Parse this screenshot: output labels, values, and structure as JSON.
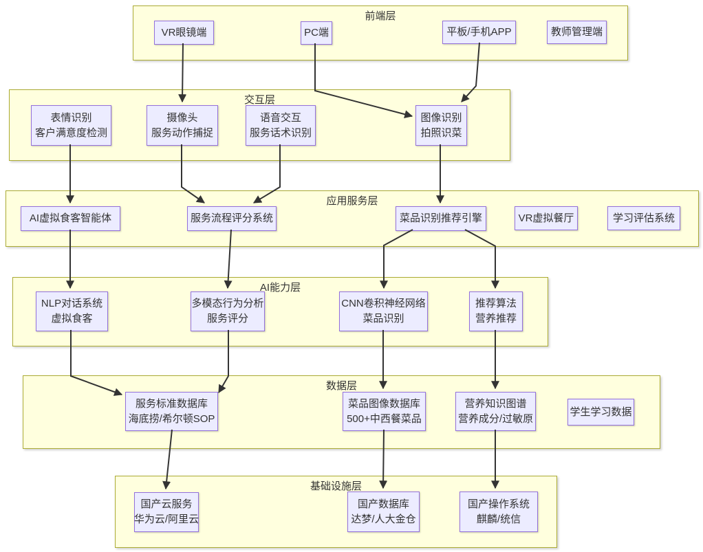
{
  "diagram": {
    "layers": [
      {
        "id": "frontend",
        "label": "前端层",
        "nodes": [
          {
            "id": "vr-glasses",
            "lines": [
              "VR眼镜端"
            ]
          },
          {
            "id": "pc",
            "lines": [
              "PC端"
            ]
          },
          {
            "id": "tablet-app",
            "lines": [
              "平板/手机APP"
            ]
          },
          {
            "id": "teacher-admin",
            "lines": [
              "教师管理端"
            ]
          }
        ]
      },
      {
        "id": "interaction",
        "label": "交互层",
        "nodes": [
          {
            "id": "expression",
            "lines": [
              "表情识别",
              "客户满意度检测"
            ]
          },
          {
            "id": "camera",
            "lines": [
              "摄像头",
              "服务动作捕捉"
            ]
          },
          {
            "id": "voice",
            "lines": [
              "语音交互",
              "服务话术识别"
            ]
          },
          {
            "id": "image-recognition",
            "lines": [
              "图像识别",
              "拍照识菜"
            ]
          }
        ]
      },
      {
        "id": "app-service",
        "label": "应用服务层",
        "nodes": [
          {
            "id": "ai-diner-agent",
            "lines": [
              "AI虚拟食客智能体"
            ]
          },
          {
            "id": "service-scoring",
            "lines": [
              "服务流程评分系统"
            ]
          },
          {
            "id": "dish-engine",
            "lines": [
              "菜品识别推荐引擎"
            ]
          },
          {
            "id": "vr-restaurant",
            "lines": [
              "VR虚拟餐厅"
            ]
          },
          {
            "id": "learning-eval",
            "lines": [
              "学习评估系统"
            ]
          }
        ]
      },
      {
        "id": "ai-capability",
        "label": "AI能力层",
        "nodes": [
          {
            "id": "nlp-dialog",
            "lines": [
              "NLP对话系统",
              "虚拟食客"
            ]
          },
          {
            "id": "multimodal-analysis",
            "lines": [
              "多模态行为分析",
              "服务评分"
            ]
          },
          {
            "id": "cnn",
            "lines": [
              "CNN卷积神经网络",
              "菜品识别"
            ]
          },
          {
            "id": "recommend-algo",
            "lines": [
              "推荐算法",
              "营养推荐"
            ]
          }
        ]
      },
      {
        "id": "data",
        "label": "数据层",
        "nodes": [
          {
            "id": "sop-database",
            "lines": [
              "服务标准数据库",
              "海底捞/希尔顿SOP"
            ]
          },
          {
            "id": "dish-image-db",
            "lines": [
              "菜品图像数据库",
              "500+中西餐菜品"
            ]
          },
          {
            "id": "nutrition-kg",
            "lines": [
              "营养知识图谱",
              "营养成分/过敏原"
            ]
          },
          {
            "id": "student-data",
            "lines": [
              "学生学习数据"
            ]
          }
        ]
      },
      {
        "id": "infrastructure",
        "label": "基础设施层",
        "nodes": [
          {
            "id": "domestic-cloud",
            "lines": [
              "国产云服务",
              "华为云/阿里云"
            ]
          },
          {
            "id": "domestic-db",
            "lines": [
              "国产数据库",
              "达梦/人大金仓"
            ]
          },
          {
            "id": "domestic-os",
            "lines": [
              "国产操作系统",
              "麒麟/统信"
            ]
          }
        ]
      }
    ],
    "edges": [
      {
        "from": "vr-glasses",
        "to": "camera"
      },
      {
        "from": "pc",
        "to": "image-recognition"
      },
      {
        "from": "tablet-app",
        "to": "image-recognition"
      },
      {
        "from": "expression",
        "to": "ai-diner-agent"
      },
      {
        "from": "camera",
        "to": "service-scoring"
      },
      {
        "from": "voice",
        "to": "service-scoring"
      },
      {
        "from": "image-recognition",
        "to": "dish-engine"
      },
      {
        "from": "ai-diner-agent",
        "to": "nlp-dialog"
      },
      {
        "from": "service-scoring",
        "to": "multimodal-analysis"
      },
      {
        "from": "dish-engine",
        "to": "cnn"
      },
      {
        "from": "dish-engine",
        "to": "recommend-algo"
      },
      {
        "from": "nlp-dialog",
        "to": "sop-database"
      },
      {
        "from": "multimodal-analysis",
        "to": "sop-database"
      },
      {
        "from": "cnn",
        "to": "dish-image-db"
      },
      {
        "from": "recommend-algo",
        "to": "nutrition-kg"
      },
      {
        "from": "sop-database",
        "to": "domestic-cloud"
      },
      {
        "from": "dish-image-db",
        "to": "domestic-db"
      },
      {
        "from": "nutrition-kg",
        "to": "domestic-os"
      }
    ],
    "colors": {
      "node_fill": "#ECECFF",
      "node_border": "#9370DB",
      "layer_fill": "#FFFFDE",
      "layer_border": "#AAAA33",
      "edge": "#333333",
      "text": "#333333"
    }
  }
}
